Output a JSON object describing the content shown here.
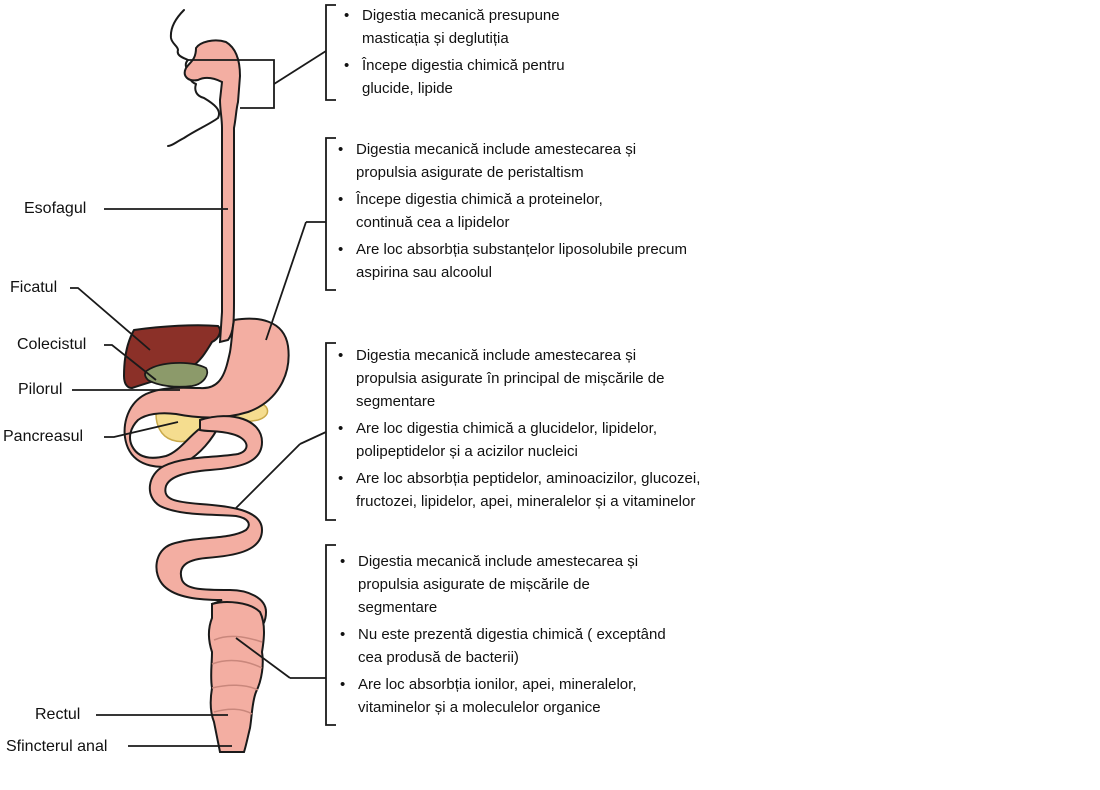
{
  "labels": {
    "esophagus": "Esofagul",
    "liver": "Ficatul",
    "gallbladder": "Colecistul",
    "pylorus": "Pilorul",
    "pancreas": "Pancreasul",
    "rectum": "Rectul",
    "anal_sphincter": "Sfincterul anal"
  },
  "boxes": {
    "mouth": {
      "items": [
        [
          "Digestia mecanică presupune",
          "masticația și deglutiția"
        ],
        [
          "Începe digestia chimică pentru",
          "glucide, lipide"
        ]
      ]
    },
    "stomach": {
      "items": [
        [
          "Digestia mecanică include amestecarea și",
          "propulsia asigurate de peristaltism"
        ],
        [
          "Începe digestia chimică a proteinelor,",
          "continuă cea a lipidelor"
        ],
        [
          "Are loc absorbția substanțelor liposolubile precum",
          "aspirina sau alcoolul"
        ]
      ]
    },
    "small_intestine": {
      "items": [
        [
          "Digestia mecanică include amestecarea și",
          "propulsia asigurate în principal de mișcările de",
          "segmentare"
        ],
        [
          "Are loc digestia chimică a glucidelor, lipidelor,",
          "polipeptidelor și a acizilor nucleici"
        ],
        [
          "Are loc absorbția peptidelor, aminoacizilor, glucozei,",
          "fructozei, lipidelor, apei, mineralelor și a vitaminelor"
        ]
      ]
    },
    "large_intestine": {
      "items": [
        [
          "Digestia mecanică include amestecarea și",
          "propulsia asigurate de mișcările de",
          "segmentare"
        ],
        [
          "Nu este prezentă digestia chimică ( exceptând",
          "cea produsă de bacterii)"
        ],
        [
          "Are loc absorbția ionilor, apei, mineralelor,",
          "vitaminelor și a moleculelor organice"
        ]
      ]
    }
  },
  "colors": {
    "tract_fill": "#f3aea2",
    "tract_outline": "#1a1a1a",
    "liver": "#8b3028",
    "gallbladder": "#8c9a6a",
    "pancreas": "#f5dd8f"
  }
}
